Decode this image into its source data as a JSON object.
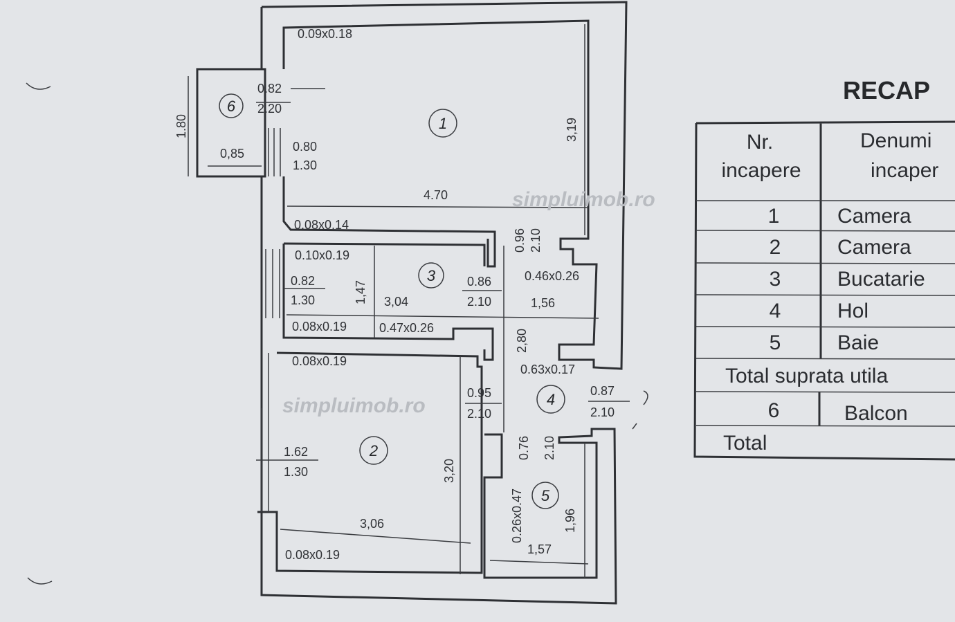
{
  "watermark": "simpluimob.ro",
  "plan": {
    "rooms": [
      {
        "number": "1"
      },
      {
        "number": "2"
      },
      {
        "number": "3"
      },
      {
        "number": "4"
      },
      {
        "number": "5"
      },
      {
        "number": "6"
      }
    ],
    "labels": {
      "r1_corner": "0.09x0.18",
      "r1_width": "4.70",
      "r1_height": "3,19",
      "r1_bottom_pillar": "0.08x0.14",
      "r1_window_top": "0.80",
      "r1_window_bottom": "1.30",
      "balcony_door_top": "0.82",
      "balcony_door_bottom": "2.20",
      "balcony_depth": "0,85",
      "balcony_length": "1.80",
      "r1_door_top": "0.96",
      "r1_door_bottom": "2.10",
      "r3_corner": "0.10x0.19",
      "r3_window_top": "0.82",
      "r3_window_bottom": "1.30",
      "r3_height": "1,47",
      "r3_width": "3,04",
      "r3_door_top": "0.86",
      "r3_door_bottom": "2.10",
      "r3_bottom_left": "0.08x0.19",
      "r3_bottom_right": "0.47x0.26",
      "hall_pillar": "0.46x0.26",
      "hall_width": "1,56",
      "hall_length": "2,80",
      "hall_pillar2": "0.63x0.17",
      "entry_door_top": "0.87",
      "entry_door_bottom": "2.10",
      "r2_corner": "0.08x0.19",
      "r2_door_top": "0.95",
      "r2_door_bottom": "2.10",
      "r2_window_top": "1.62",
      "r2_window_bottom": "1.30",
      "r2_height": "3,20",
      "r2_width": "3,06",
      "r2_bottom": "0.08x0.19",
      "bath_door_top": "0.76",
      "bath_door_bottom": "2.10",
      "bath_duct": "0.26x0.47",
      "bath_height": "1,96",
      "bath_width": "1,57"
    }
  },
  "recap": {
    "title": "RECAP",
    "headers": [
      "Nr. incapere",
      "Denumi incaper"
    ],
    "header_lines": [
      [
        "Nr.",
        "incapere"
      ],
      [
        "Denumi",
        "incaper"
      ]
    ],
    "rows": [
      {
        "nr": "1",
        "name": "Camera"
      },
      {
        "nr": "2",
        "name": "Camera"
      },
      {
        "nr": "3",
        "name": "Bucatarie"
      },
      {
        "nr": "4",
        "name": "Hol"
      },
      {
        "nr": "5",
        "name": "Baie"
      }
    ],
    "subtotal_label": "Total suprata utila",
    "balcony_row": {
      "nr": "6",
      "name": "Balcon"
    },
    "total_label": "Total"
  }
}
